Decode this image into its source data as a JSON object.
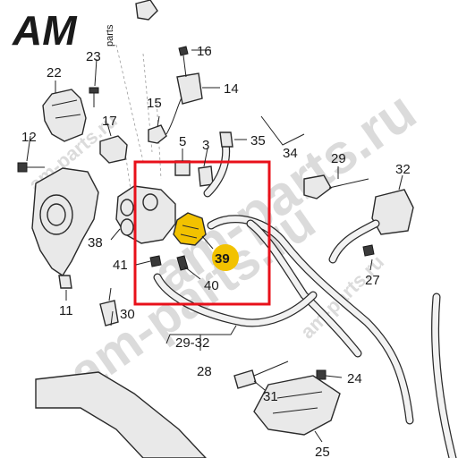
{
  "logo": {
    "text": "AM",
    "subtext": "parts"
  },
  "watermarks": [
    "am-parts.ru",
    "am-parts.ru",
    "am-parts.ru",
    "am-parts.ru"
  ],
  "callouts": {
    "c3": "3",
    "c5": "5",
    "c11": "11",
    "c12": "12",
    "c14": "14",
    "c15": "15",
    "c16": "16",
    "c17": "17",
    "c22": "22",
    "c23": "23",
    "c24": "24",
    "c25": "25",
    "c27": "27",
    "c28": "28",
    "c29": "29",
    "c29_32": "29-32",
    "c30": "30",
    "c31": "31",
    "c32": "32",
    "c34": "34",
    "c35": "35",
    "c38": "38",
    "c39": "39",
    "c40": "40",
    "c41": "41"
  },
  "colors": {
    "highlight_box": "#e8101a",
    "highlight_part": "#f2c200",
    "highlight_badge": "#f2c200",
    "logo": "#1a1a1a"
  }
}
